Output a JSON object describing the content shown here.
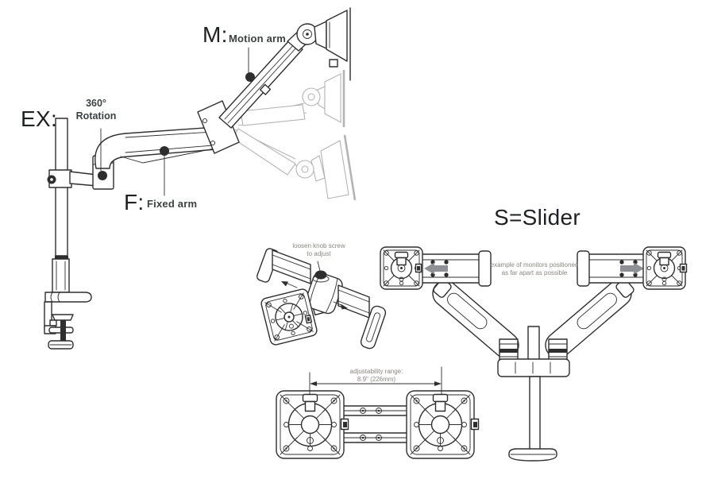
{
  "colors": {
    "line": "#2e2e2e",
    "ghost": "#b4b4b4",
    "label": "#1f2023",
    "sublabel": "#3c4043",
    "note": "#8a8680",
    "arrow": "#8d9094"
  },
  "single_arm_diagram": {
    "label_ex": "EX:",
    "label_m": "M:",
    "label_m_sub": "Motion arm",
    "label_f": "F:",
    "label_f_sub": "Fixed arm",
    "rotation_note_line1": "360°",
    "rotation_note_line2": "Rotation"
  },
  "slider_detail_diagram": {
    "note_line1": "loosen knob screw",
    "note_line2": "to adjust"
  },
  "dual_arm_diagram": {
    "heading": "S=Slider",
    "note_line1": "example of monitors positioned",
    "note_line2": "as far apart as possible"
  },
  "slider_range_diagram": {
    "note_line1": "adjustability range:",
    "note_line2": "8.9\" (226mm)"
  }
}
